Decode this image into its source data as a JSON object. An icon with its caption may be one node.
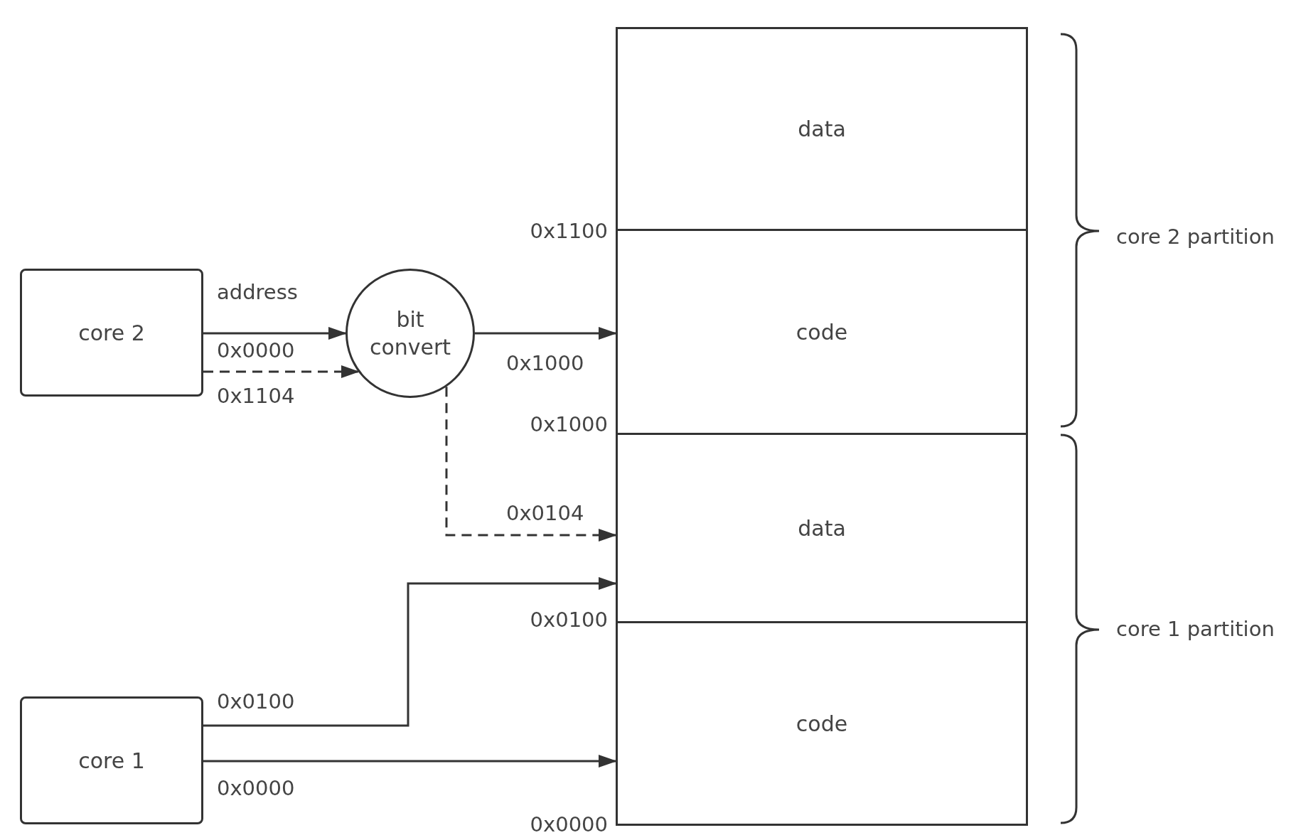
{
  "diagram": {
    "nodes": [
      {
        "text": [
          "core 2"
        ]
      },
      {
        "text": [
          "bit convert"
        ]
      },
      {
        "text": [
          "data"
        ]
      },
      {
        "text": [
          "code"
        ]
      },
      {
        "text": [
          "data"
        ]
      },
      {
        "text": [
          "code"
        ]
      },
      {
        "text": [
          "core 1"
        ]
      }
    ],
    "edges": [
      {
        "from": 0,
        "to": 1,
        "arrow": "to",
        "label": "0x0000"
      },
      {
        "from": 0,
        "to": 1,
        "arrow": "to",
        "label": "0x1104",
        "style": "dashed"
      },
      {
        "from": 1,
        "to": 3,
        "arrow": "to",
        "label": "0x1000"
      },
      {
        "from": 1,
        "to": 4,
        "arrow": "to",
        "label": "0x0104",
        "style": "dashed"
      },
      {
        "from": 6,
        "to": 4,
        "arrow": "to",
        "label": "0x0100"
      },
      {
        "from": 6,
        "to": 5,
        "arrow": "to",
        "label": "0x0000"
      }
    ],
    "labels": [
      "address",
      "0x1100",
      "0x1000",
      "0x0100",
      "0x0000",
      "core 2 partition",
      "core 1 partition"
    ]
  }
}
